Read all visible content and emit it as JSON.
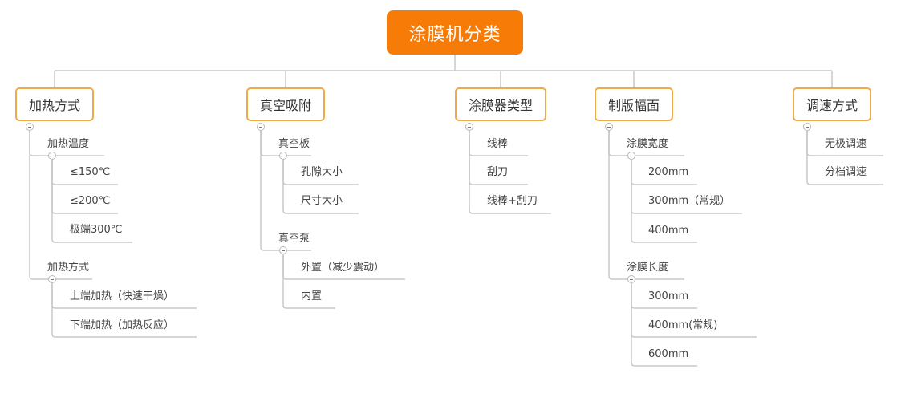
{
  "root": {
    "label": "涂膜机分类"
  },
  "categories": [
    {
      "label": "加热方式",
      "items": [
        {
          "label": "加热温度",
          "children": [
            "≤150℃",
            "≤200℃",
            "极端300℃"
          ]
        },
        {
          "label": "加热方式",
          "children": [
            "上端加热（快速干燥）",
            "下端加热（加热反应）"
          ]
        }
      ]
    },
    {
      "label": "真空吸附",
      "items": [
        {
          "label": "真空板",
          "children": [
            "孔隙大小",
            "尺寸大小"
          ]
        },
        {
          "label": "真空泵",
          "children": [
            "外置（减少震动）",
            "内置"
          ]
        }
      ]
    },
    {
      "label": "涂膜器类型",
      "items": [
        {
          "label": "线棒"
        },
        {
          "label": "刮刀"
        },
        {
          "label": "线棒+刮刀"
        }
      ]
    },
    {
      "label": "制版幅面",
      "items": [
        {
          "label": "涂膜宽度",
          "children": [
            "200mm",
            "300mm（常规）",
            "400mm"
          ]
        },
        {
          "label": "涂膜长度",
          "children": [
            "300mm",
            "400mm(常规)",
            "600mm"
          ]
        }
      ]
    },
    {
      "label": "调速方式",
      "items": [
        {
          "label": "无极调速"
        },
        {
          "label": "分档调速"
        }
      ]
    }
  ],
  "colors": {
    "root_bg": "#f77b07",
    "category_border": "#efaa4a",
    "line": "#c8c8c8"
  }
}
